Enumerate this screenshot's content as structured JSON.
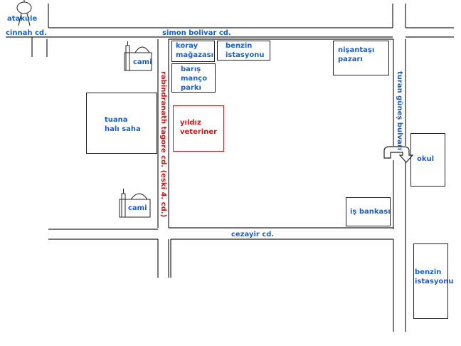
{
  "streets": {
    "simon_bolivar": "simon bolivar cd.",
    "cinnah": "cinnah cd.",
    "rabindranath": "rabindranath tagore cd. (eski 4. cd.)",
    "turan_gunes": "turan güneş bulvarı",
    "cezayir": "cezayir cd."
  },
  "landmarks": {
    "atakule": "atakule",
    "cami_top": "cami",
    "cami_bottom": "cami",
    "tuana": "tuana\nhalı saha",
    "koray": "koray\nmağazası",
    "benzin_top": "benzin\nistasyonu",
    "baris_manco": "barış\nmanço\nparkı",
    "nisantasi": "nişantaşı\npazarı",
    "yildiz_veteriner": "yıldız\nveteriner",
    "okul": "okul",
    "is_bankasi": "iş bankası",
    "benzin_bottom": "benzin\nistasyonu"
  },
  "colors": {
    "label_blue": "#1a5fc2",
    "highlight_red": "#e01010",
    "road_line": "#222222"
  },
  "icons": [
    "atakule-tower-icon",
    "mosque-icon",
    "mosque-icon",
    "u-turn-icon"
  ]
}
